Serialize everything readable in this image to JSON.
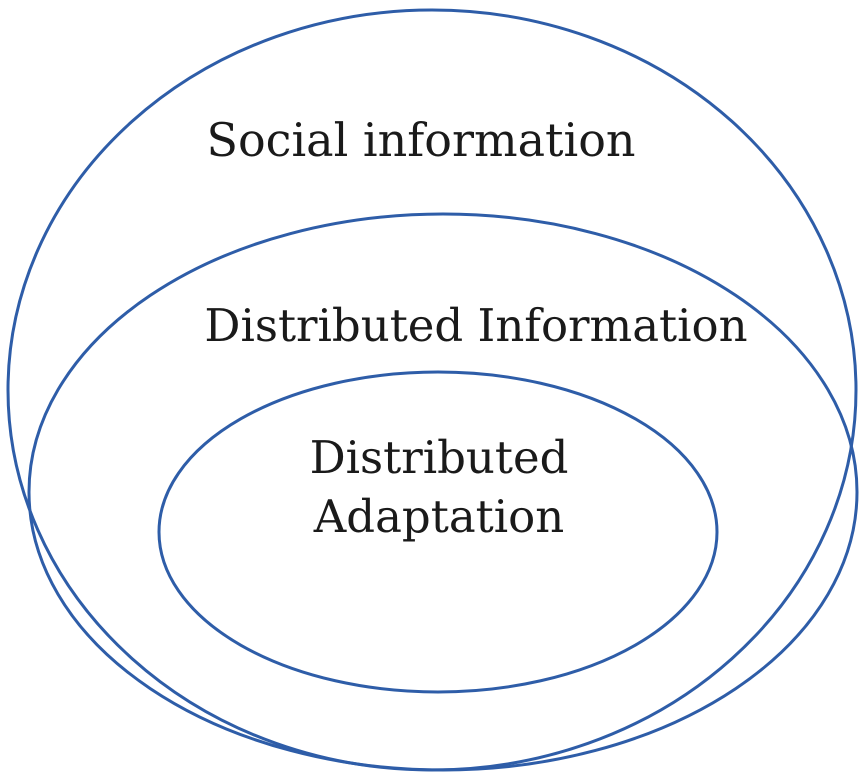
{
  "diagram": {
    "colors": {
      "ring_stroke": "#2e5da8",
      "text": "#1a1a1a",
      "background": "#ffffff"
    },
    "layers": [
      {
        "id": "outer",
        "lines": [
          "Social information"
        ]
      },
      {
        "id": "middle",
        "lines": [
          "Distributed Information"
        ]
      },
      {
        "id": "inner",
        "lines": [
          "Distributed",
          "Adaptation"
        ]
      }
    ]
  }
}
